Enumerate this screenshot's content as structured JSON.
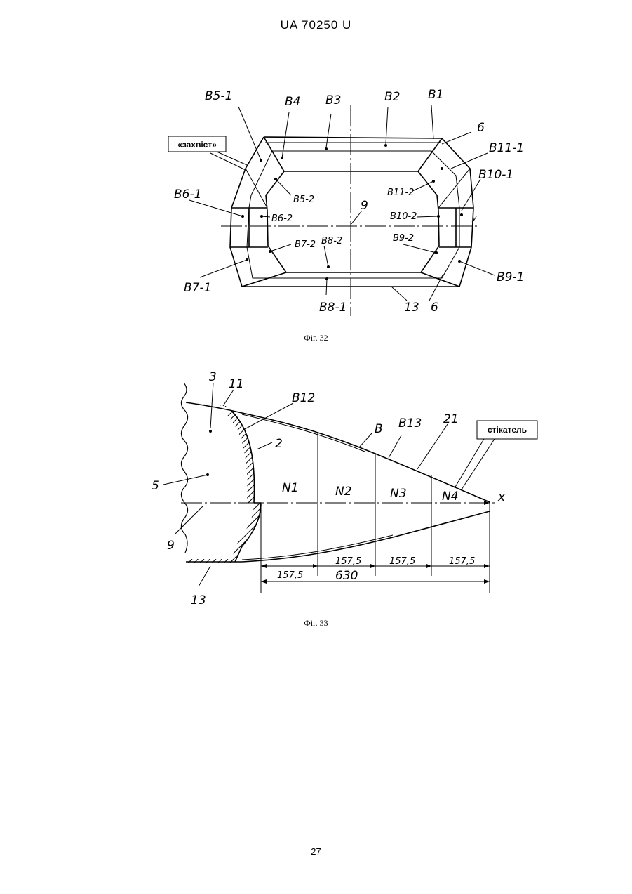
{
  "header": {
    "doc_id": "UA   70250   U"
  },
  "page_number": "27",
  "figure32": {
    "caption": "Фіг. 32",
    "callout_box": "«захвіст»",
    "labels": {
      "b5_1": "B5-1",
      "b4": "B4",
      "b3": "B3",
      "b2": "B2",
      "b1": "B1",
      "six_top": "6",
      "b11_1": "B11-1",
      "b10_1": "B10-1",
      "b11_2": "B11-2",
      "b5_2": "B5-2",
      "b6_1": "B6-1",
      "b6_2": "B6-2",
      "nine": "9",
      "b10_2": "B10-2",
      "y_axis": "y",
      "b7_2": "B7-2",
      "b8_2": "B8-2",
      "b9_2": "B9-2",
      "b7_1": "B7-1",
      "b8_1": "B8-1",
      "thirteen": "13",
      "six_bottom": "6",
      "b9_1": "B9-1"
    }
  },
  "figure33": {
    "caption": "Фіг. 33",
    "callout_box": "стікатель",
    "labels": {
      "three": "3",
      "eleven": "11",
      "b12": "B12",
      "two": "2",
      "b": "B",
      "b13": "B13",
      "twenty_one": "21",
      "five": "5",
      "nine": "9",
      "thirteen": "13",
      "x_axis": "x",
      "n1": "N1",
      "n2": "N2",
      "n3": "N3",
      "n4": "N4"
    },
    "dimensions": {
      "d1": "157,5",
      "d2": "157,5",
      "d3": "157,5",
      "d4": "157,5",
      "total": "630"
    }
  }
}
